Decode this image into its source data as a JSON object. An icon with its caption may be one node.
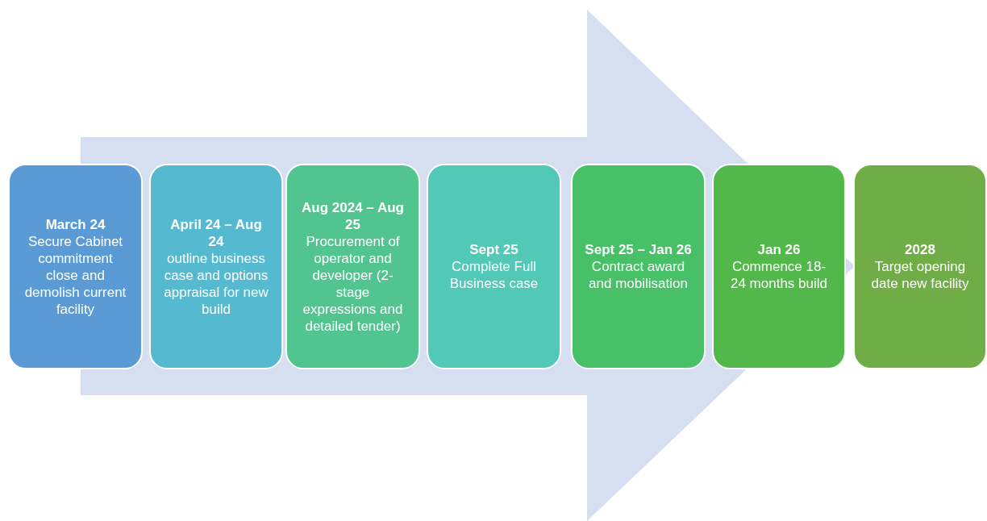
{
  "diagram": {
    "nodes": [
      {
        "text": [
          "March 24",
          "Secure Cabinet commitment close and demolish current facility"
        ]
      },
      {
        "text": [
          "April 24 – Aug 24",
          "outline business case and options appraisal for new build"
        ]
      },
      {
        "text": [
          "Aug 2024 – Aug 25",
          "Procurement of operator and developer (2-stage expressions and detailed tender)"
        ]
      },
      {
        "text": [
          "Sept 25",
          "Complete Full Business case"
        ]
      },
      {
        "text": [
          "Sept 25 – Jan 26",
          "Contract award and mobilisation"
        ]
      },
      {
        "text": [
          "Jan 26",
          "Commence 18-24 months build"
        ]
      },
      {
        "text": [
          "2028",
          "Target opening date new facility"
        ]
      }
    ],
    "edges": [
      {
        "from": 0,
        "to": 6,
        "arrow": "to",
        "style": "thick",
        "color": "#d5dff0"
      }
    ]
  }
}
